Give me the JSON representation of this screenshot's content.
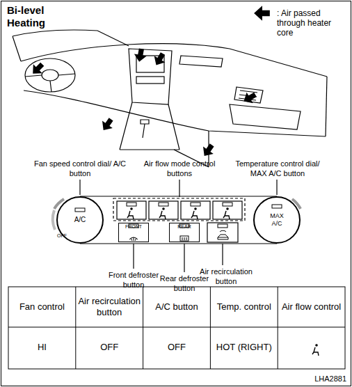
{
  "diagram": {
    "title": "Bi-level Heating",
    "nodes": [
      {
        "text": [
          "A/C"
        ]
      },
      {
        "text": [
          "MAX A/C"
        ]
      },
      {
        "text": [
          "FRONT"
        ]
      },
      {
        "text": [
          "REAR"
        ]
      }
    ],
    "labels": [
      "Fan speed control dial/ A/C button",
      "Air flow mode control buttons",
      "Temperature control dial/ MAX A/C button",
      "OFF",
      "Front defroster button",
      "Rear defroster button",
      "Air recirculation button",
      "Fan control",
      "Air recirculation button",
      "A/C button",
      "Temp. control",
      "Air flow control",
      "HI",
      "OFF",
      "OFF",
      "HOT (RIGHT)",
      "LHA2881"
    ],
    "legend": [
      {
        "text": ": Air passed through heater core"
      }
    ]
  }
}
